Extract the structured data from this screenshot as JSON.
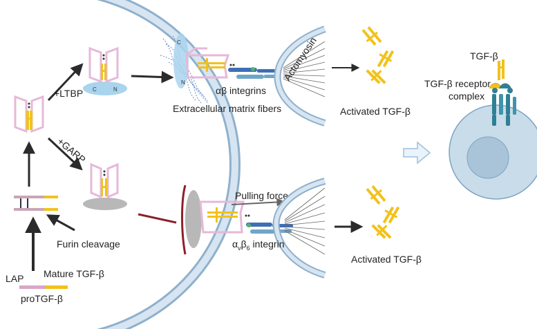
{
  "labels": {
    "ltbp": "+LTBP",
    "garp": "+GARP",
    "furin": "Furin cleavage",
    "lap": "LAP",
    "mature": "Mature TGF-β",
    "protgf": "proTGF-β",
    "ecm": "Extracellular matrix fibers",
    "ab_integrins": "αβ integrins",
    "actomyosin": "Actomyosin",
    "activated_top": "Activated TGF-β",
    "pulling": "Pulling force",
    "avb6_alpha": "α",
    "avb6_v": "v",
    "avb6_beta": "β",
    "avb6_6": "6",
    "avb6_rest": " integrin",
    "activated_bottom": "Activated TGF-β",
    "tgfb": "TGF-β",
    "receptor_1": "TGF-β receptor",
    "receptor_2": "complex",
    "ltbp_c": "C",
    "ltbp_n": "N",
    "ecm_c": "C",
    "ecm_n": "N"
  },
  "colors": {
    "cell_membrane": "#bcd3e6",
    "cell_membrane_edge": "#8fb0cc",
    "lap_pink": "#e6b8d8",
    "tgf_yellow": "#f2c21a",
    "ltbp_blue": "#a9d4ee",
    "garp_gray": "#b8b8b8",
    "arrow": "#2b2b2b",
    "integrin_blue": "#3e6fb5",
    "integrin_teal": "#6fa6c8",
    "receptor_teal": "#2f7f95",
    "target_cell": "#c9dcea"
  }
}
